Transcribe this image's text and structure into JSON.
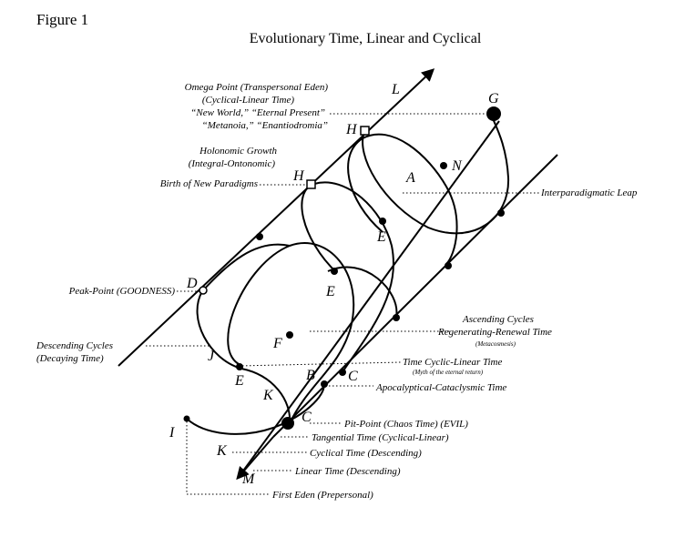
{
  "figure_label": "Figure 1",
  "title": "Evolutionary Time, Linear and Cyclical",
  "left_labels": {
    "omega1": "Omega Point (Transpersonal Eden)",
    "omega2": "(Cyclical-Linear Time)",
    "omega3": "“New World,” “Eternal Present”",
    "omega4": "“Metanoia,” “Enantiodromia”",
    "holo1": "Holonomic Growth",
    "holo2": "(Integral-Ontonomic)",
    "birth": "Birth of New Paradigms",
    "peak": "Peak-Point (GOODNESS)",
    "desc1": "Descending Cycles",
    "desc2": "(Decaying Time)"
  },
  "right_labels": {
    "leap": "Interparadigmatic Leap",
    "asc1": "Ascending Cycles",
    "asc2": "Regenerating-Renewal Time",
    "asc3": "(Metacosmesis)",
    "tcl": "Time Cyclic-Linear Time",
    "tcl2": "(Myth of the eternal return)",
    "apoc": "Apocalyptical-Cataclysmic Time",
    "pit": "Pit-Point (Chaos Time) (EVIL)",
    "tang": "Tangential Time (Cyclical-Linear)",
    "cyc": "Cyclical Time (Descending)",
    "lin": "Linear Time (Descending)",
    "eden": "First Eden (Prepersonal)"
  },
  "letters": {
    "L": "L",
    "G": "G",
    "H1": "H",
    "H2": "H",
    "N": "N",
    "A": "A",
    "E1": "E",
    "E2": "E",
    "E3": "E",
    "D": "D",
    "F": "F",
    "J": "J",
    "B": "B",
    "C1": "C",
    "C2": "C",
    "K1": "K",
    "K2": "K",
    "I": "I",
    "M": "M"
  }
}
